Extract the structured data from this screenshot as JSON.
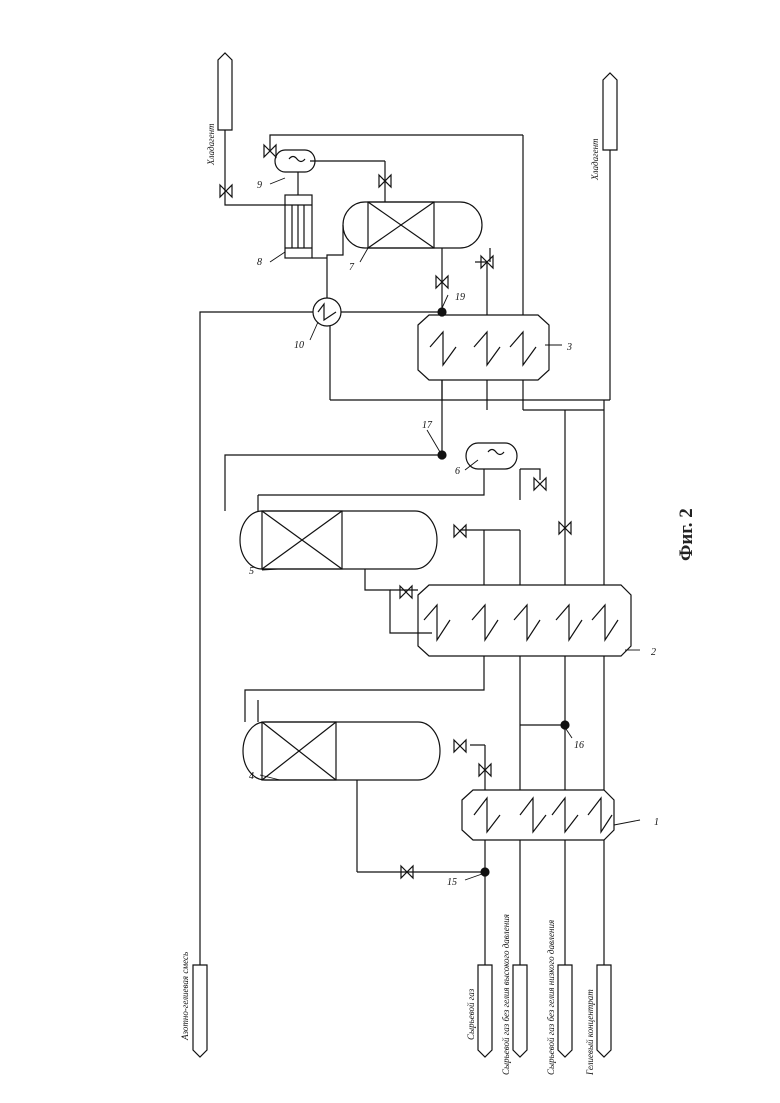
{
  "caption": "Фиг. 2",
  "numbers": {
    "n1": "1",
    "n2": "2",
    "n3": "3",
    "n4": "4",
    "n5": "5",
    "n6": "6",
    "n7": "7",
    "n8": "8",
    "n9": "9",
    "n10": "10",
    "n15": "15",
    "n16": "16",
    "n17": "17",
    "n19": "19"
  },
  "streams": {
    "nitrogen_mix": "Азотно-гелиевая смесь",
    "feed_gas": "Сырьевой газ",
    "feed_gas_high": "Сырьевой газ без гелия высокого давления",
    "feed_gas_low": "Сырьевой газ без гелия низкого давления",
    "helium_concentrate": "Гелиевый концентрат",
    "cold_top": "Хладагент",
    "cold_right": "Хладагент"
  }
}
